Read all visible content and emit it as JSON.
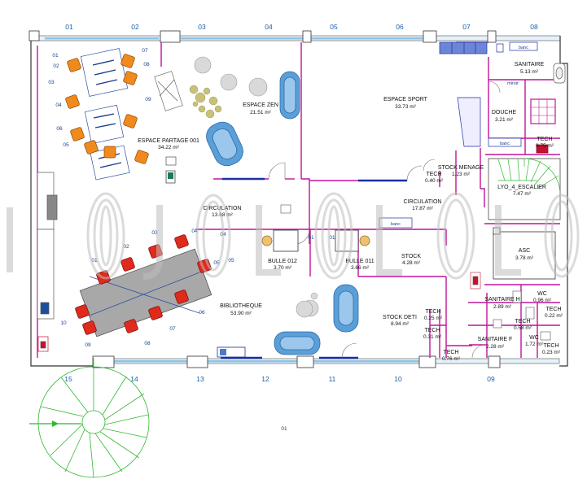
{
  "axis_top": [
    "01",
    "02",
    "03",
    "04",
    "05",
    "06",
    "07",
    "08"
  ],
  "axis_bottom": [
    "15",
    "14",
    "13",
    "12",
    "11",
    "10",
    "09"
  ],
  "rooms": {
    "espace_partage": {
      "name": "ESPACE PARTAGE 001",
      "area": "34.22 m²"
    },
    "espace_zen": {
      "name": "ESPACE ZEN",
      "area": "21.51 m²"
    },
    "espace_sport": {
      "name": "ESPACE SPORT",
      "area": "33.73 m²"
    },
    "sanitaire": {
      "name": "SANITAIRE",
      "area": "5.13 m²"
    },
    "douche": {
      "name": "DOUCHE",
      "area": "3.21 m²"
    },
    "tech_a": {
      "name": "TECH",
      "area": "0.75 m²"
    },
    "stock_menage": {
      "name": "STOCK MENAGE",
      "area": "1.23 m²"
    },
    "tech_b": {
      "name": "TECH",
      "area": "0.40 m²"
    },
    "escalier": {
      "name": "LYO_4_ESCALIER",
      "area": "7.47 m²"
    },
    "circulation_1": {
      "name": "CIRCULATION",
      "area": "13.68 m²"
    },
    "circulation_2": {
      "name": "CIRCULATION",
      "area": "17.87 m²"
    },
    "bulle_012": {
      "name": "BULLE 012",
      "area": "3.70 m²"
    },
    "bulle_011": {
      "name": "BULLE 011",
      "area": "3.66 m²"
    },
    "stock": {
      "name": "STOCK",
      "area": "4.28 m²"
    },
    "asc": {
      "name": "ASC",
      "area": "3.78 m²"
    },
    "bibliotheque": {
      "name": "BIBLIOTHEQUE",
      "area": "53.90 m²"
    },
    "stock_deti": {
      "name": "STOCK DETI",
      "area": "8.94 m²"
    },
    "tech_c": {
      "name": "TECH",
      "area": "0.25 m²"
    },
    "tech_d": {
      "name": "TECH",
      "area": "0.31 m²"
    },
    "tech_e": {
      "name": "TECH",
      "area": "0.76 m²"
    },
    "sanitaire_h": {
      "name": "SANITAIRE H",
      "area": "2.89 m²"
    },
    "wc_1": {
      "name": "WC",
      "area": "0.96 m²"
    },
    "tech_f": {
      "name": "TECH",
      "area": "0.22 m²"
    },
    "tech_g": {
      "name": "TECH",
      "area": "0.58 m²"
    },
    "sanitaire_f": {
      "name": "SANITAIRE F",
      "area": "2.28 m²"
    },
    "wc_2": {
      "name": "WC",
      "area": "1.72 m²"
    },
    "tech_h": {
      "name": "TECH",
      "area": "0.23 m²"
    }
  },
  "seat_labels_partage": [
    "01",
    "02",
    "03",
    "04",
    "05",
    "06",
    "07",
    "08",
    "09"
  ],
  "seat_labels_biblio": [
    "01",
    "02",
    "03",
    "04",
    "05",
    "06",
    "07",
    "08",
    "09",
    "10"
  ],
  "bulle_seat_labels": [
    "04",
    "05",
    "01",
    "01"
  ],
  "bench_label": "banc",
  "miroir_label": "miroir",
  "stair_label": "01",
  "watermark": "JLL",
  "colors": {
    "wall": "#c0149a",
    "window": "#8fc3e6",
    "axis": "#1a5fa8",
    "stairs": "#2eb82e",
    "seat_orange": "#f08a1c",
    "seat_red": "#e02a1c",
    "table_blue": "#8aa8e0",
    "pod_blue": "#5b9fd8"
  }
}
